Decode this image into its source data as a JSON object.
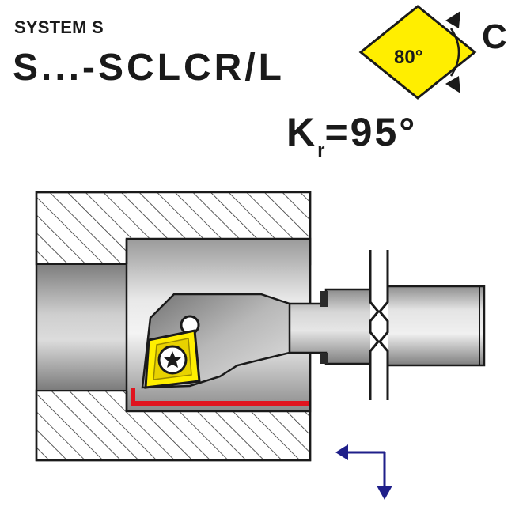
{
  "header": {
    "system": "SYSTEM S",
    "code": "S...-SCLCR/L"
  },
  "insert": {
    "angle_label": "80°",
    "shape_letter": "C",
    "color": "#ffee00"
  },
  "lead_angle": {
    "symbol": "K",
    "subscript": "r",
    "value": "=95°"
  },
  "colors": {
    "cutting_edge": "#e0141e",
    "feed_arrows": "#1f1f8a",
    "insert_face": "#ffee00"
  }
}
